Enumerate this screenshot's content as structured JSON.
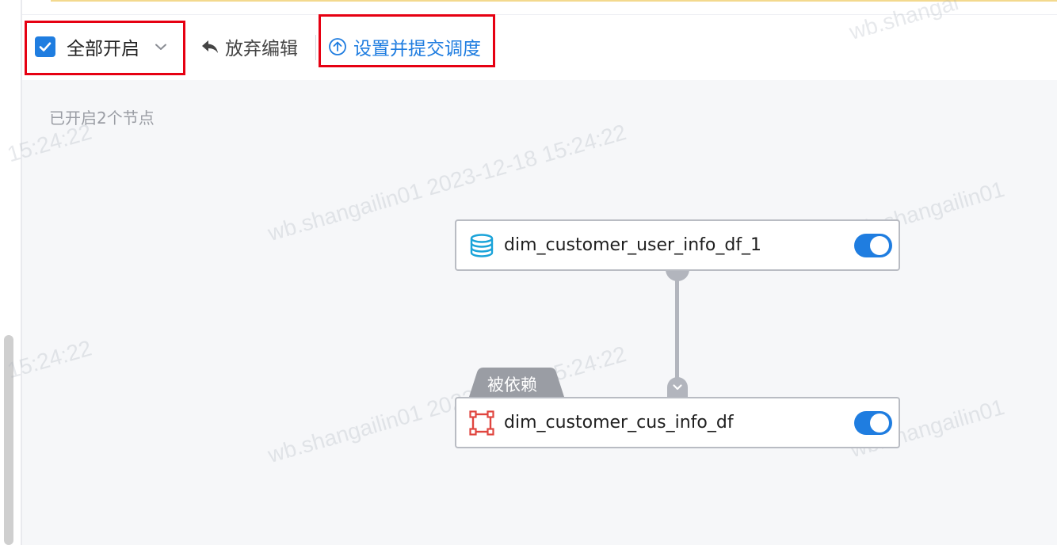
{
  "toolbar": {
    "enable_all_label": "全部开启",
    "enable_all_checked": true,
    "discard_label": "放弃编辑",
    "submit_label": "设置并提交调度"
  },
  "canvas": {
    "status_text": "已开启2个节点",
    "nodes": [
      {
        "name": "dim_customer_user_info_df_1",
        "icon": "database-icon",
        "enabled": true
      },
      {
        "name": "dim_customer_cus_info_df",
        "icon": "node-frame-icon",
        "enabled": true,
        "tag": "被依赖"
      }
    ]
  },
  "watermark": {
    "user": "wb.shangailin01",
    "timestamp": "2023-12-18 15:24:22",
    "time_fragment": "15:24:22",
    "domain_fragment": "wb.shangai"
  },
  "colors": {
    "accent": "#1f7de0",
    "highlight_border": "#e60012",
    "edge": "#b2b5bd",
    "canvas_bg": "#f6f7f9",
    "node_icon_red": "#e0453f",
    "database_icon": "#1aa3d9"
  }
}
